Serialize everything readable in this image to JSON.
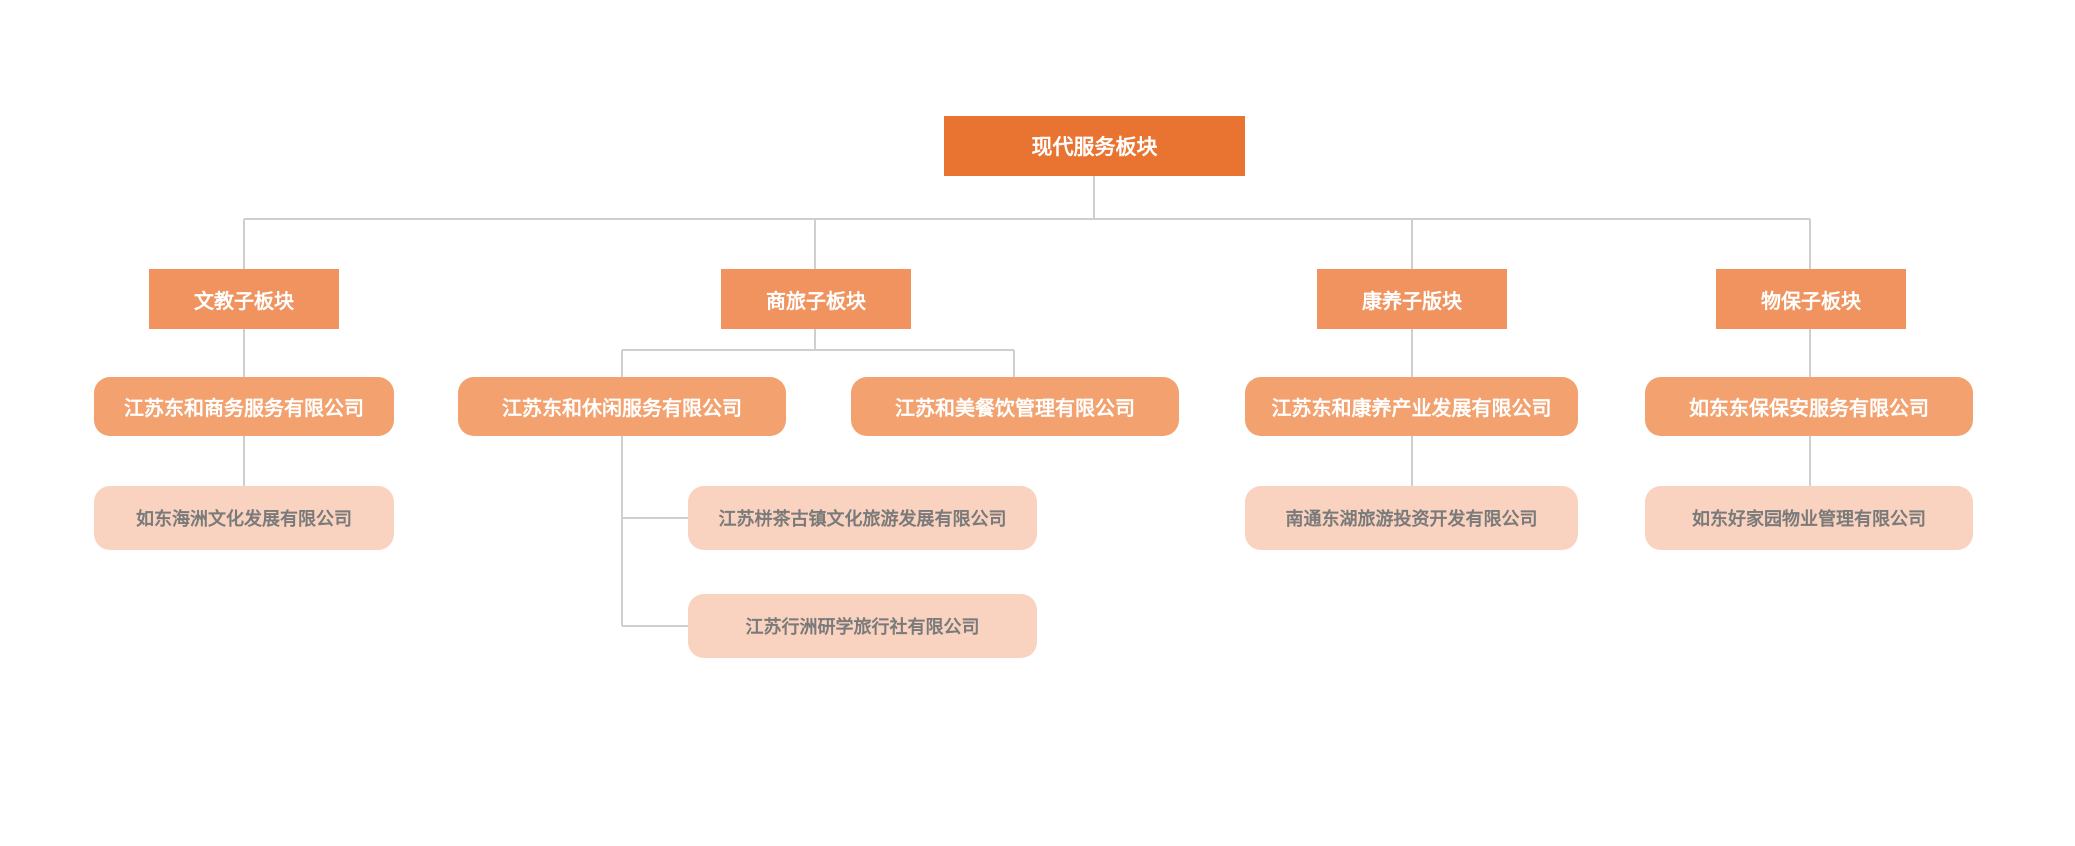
{
  "colors": {
    "root": "#E97330",
    "section": "#F0935F",
    "company": "#F2A16F",
    "subsidiary": "#F9D3BF",
    "light_text": "#ffffff",
    "dark_text": "#7a7a7a",
    "line": "#cfcfcf"
  },
  "root": {
    "label": "现代服务板块"
  },
  "sections": [
    {
      "label": "文教子板块",
      "companies": [
        {
          "label": "江苏东和商务服务有限公司",
          "subsidiaries": [
            {
              "label": "如东海洲文化发展有限公司"
            }
          ]
        }
      ]
    },
    {
      "label": "商旅子板块",
      "companies": [
        {
          "label": "江苏东和休闲服务有限公司",
          "subsidiaries": [
            {
              "label": "江苏栟茶古镇文化旅游发展有限公司"
            },
            {
              "label": "江苏行洲研学旅行社有限公司"
            }
          ]
        },
        {
          "label": "江苏和美餐饮管理有限公司",
          "subsidiaries": []
        }
      ]
    },
    {
      "label": "康养子版块",
      "companies": [
        {
          "label": "江苏东和康养产业发展有限公司",
          "subsidiaries": [
            {
              "label": "南通东湖旅游投资开发有限公司"
            }
          ]
        }
      ]
    },
    {
      "label": "物保子板块",
      "companies": [
        {
          "label": "如东东保保安服务有限公司",
          "subsidiaries": [
            {
              "label": "如东好家园物业管理有限公司"
            }
          ]
        }
      ]
    }
  ]
}
